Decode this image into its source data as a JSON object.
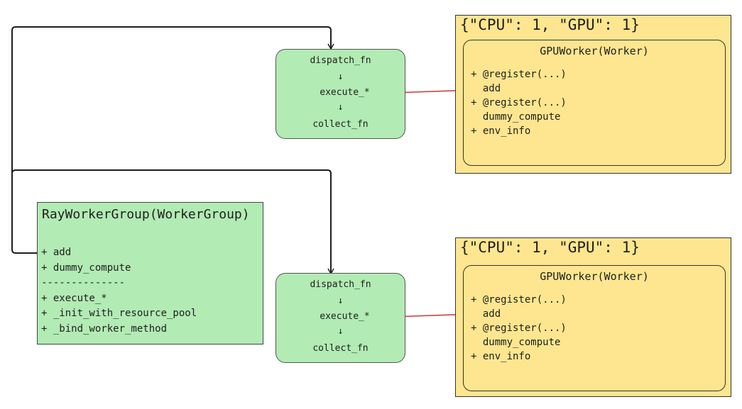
{
  "diagram": {
    "group": {
      "title": "RayWorkerGroup(WorkerGroup)",
      "items": [
        "+ add",
        "+ dummy_compute",
        "--------------",
        "+ execute_*",
        "+ _init_with_resource_pool",
        "+ _bind_worker_method"
      ]
    },
    "pipelines": [
      {
        "steps": [
          "dispatch_fn",
          "execute_*",
          "collect_fn"
        ],
        "arrow": "↓"
      },
      {
        "steps": [
          "dispatch_fn",
          "execute_*",
          "collect_fn"
        ],
        "arrow": "↓"
      }
    ],
    "resources": [
      {
        "label": "{\"CPU\": 1, \"GPU\": 1}",
        "worker": {
          "title": "GPUWorker(Worker)",
          "items": [
            "+ @register(...)",
            "  add",
            "+ @register(...)",
            "  dummy_compute",
            "+ env_info"
          ]
        }
      },
      {
        "label": "{\"CPU\": 1, \"GPU\": 1}",
        "worker": {
          "title": "GPUWorker(Worker)",
          "items": [
            "+ @register(...)",
            "  add",
            "+ @register(...)",
            "  dummy_compute",
            "+ env_info"
          ]
        }
      }
    ],
    "colors": {
      "green_fill": "#b2ebb4",
      "yellow_fill": "#fde68f",
      "connector": "#1e1e1e",
      "call_arrow": "#d23c3c"
    }
  }
}
